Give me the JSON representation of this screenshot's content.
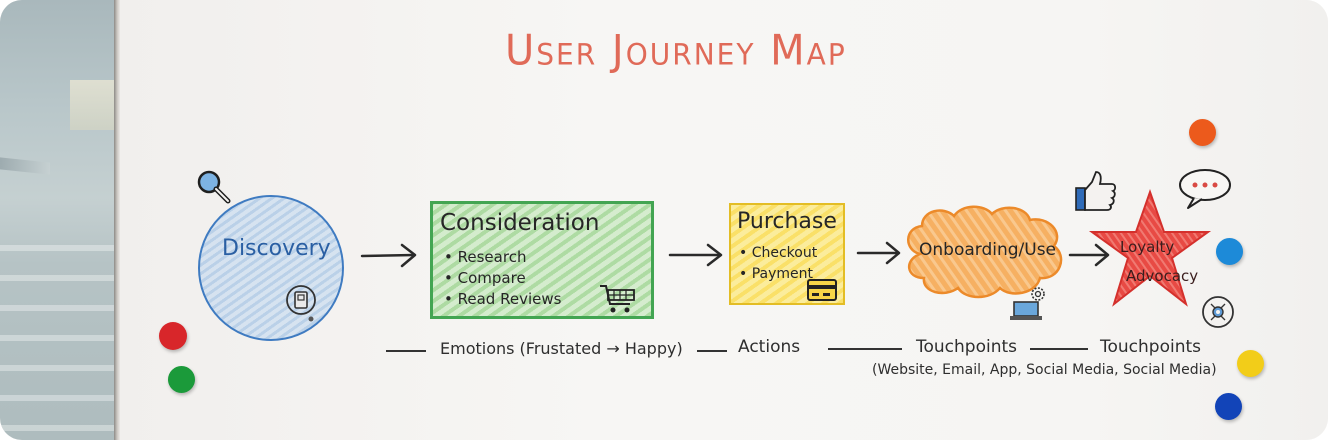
{
  "title": "User Journey Map",
  "stages": [
    {
      "name": "Discovery",
      "shape": "circle",
      "color": "#3f7bc1",
      "icon": "mobile-device-icon",
      "top_icon": "magnifier-icon"
    },
    {
      "name": "Consideration",
      "shape": "rectangle",
      "color": "#43a552",
      "bullets": [
        "Research",
        "Compare",
        "Read Reviews"
      ],
      "icon": "shopping-cart-icon"
    },
    {
      "name": "Purchase",
      "shape": "square",
      "color": "#f3cf3a",
      "bullets": [
        "Checkout",
        "Payment"
      ],
      "icon": "credit-card-icon"
    },
    {
      "name": "Onboarding/Use",
      "shape": "cloud",
      "color": "#f2a04c",
      "icon": "laptop-gear-icon"
    },
    {
      "name_line1": "Loyalty",
      "name_line2": "Advocacy",
      "shape": "star",
      "color": "#e5453f",
      "icons": [
        "thumbs-up-icon",
        "speech-bubble-icon",
        "network-icon"
      ]
    }
  ],
  "bullet_char": "•",
  "bottom_row": {
    "emotions": "Emotions (Frustated → Happy)",
    "actions": "Actions",
    "touchpoints_1": "Touchpoints",
    "touchpoints_2": "Touchpoints",
    "touchpoints_detail": "(Website, Email, App, Social Media, Social Media)"
  },
  "magnets": [
    {
      "color": "#d8262a",
      "name": "red"
    },
    {
      "color": "#1b9a3a",
      "name": "green"
    },
    {
      "color": "#ec5a1c",
      "name": "orange"
    },
    {
      "color": "#1d8ad8",
      "name": "light-blue"
    },
    {
      "color": "#f2cd19",
      "name": "yellow"
    },
    {
      "color": "#1244b8",
      "name": "dark-blue"
    }
  ],
  "colors": {
    "title": "#e06a58",
    "ink": "#262626"
  }
}
